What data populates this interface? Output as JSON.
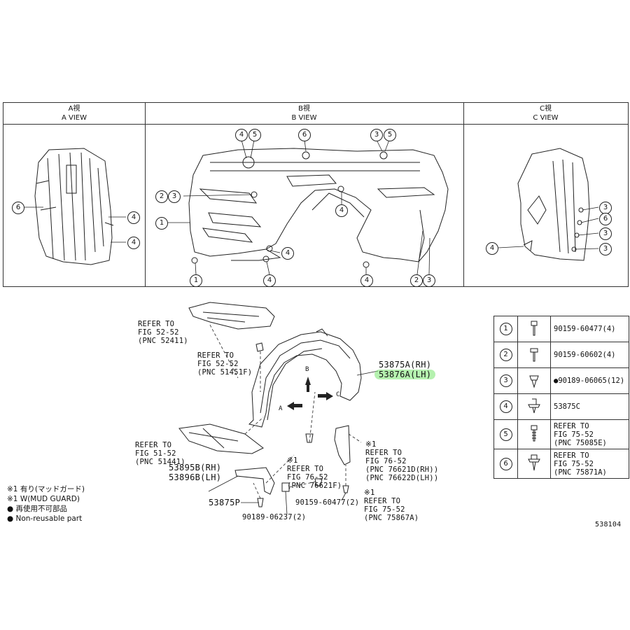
{
  "views": [
    {
      "jp": "A視",
      "en": "A VIEW"
    },
    {
      "jp": "B視",
      "en": "B VIEW"
    },
    {
      "jp": "C視",
      "en": "C VIEW"
    }
  ],
  "callouts": {
    "a_view": [
      "6",
      "4",
      "4"
    ],
    "b_view": [
      "4",
      "5",
      "6",
      "3",
      "5",
      "2",
      "3",
      "1",
      "4",
      "4",
      "1",
      "4",
      "4",
      "2",
      "3"
    ],
    "c_view": [
      "3",
      "6",
      "3",
      "3",
      "4"
    ]
  },
  "arrows": {
    "a": "A",
    "b": "B",
    "c": "C"
  },
  "refs": {
    "r1": {
      "l1": "REFER TO",
      "l2": "FIG 52-52",
      "l3": "(PNC 52411)"
    },
    "r2": {
      "l1": "REFER TO",
      "l2": "FIG 52-52",
      "l3": "(PNC 51451F)"
    },
    "r3": {
      "l1": "REFER TO",
      "l2": "FIG 51-52",
      "l3": "(PNC 51441)"
    },
    "r4": {
      "l0": "※1",
      "l1": "REFER TO",
      "l2": "FIG 76-52",
      "l3": "(PNC 76621F)"
    },
    "r5": {
      "l0": "※1",
      "l1": "REFER TO",
      "l2": "FIG 76-52",
      "l3": "(PNC 76621D(RH))",
      "l4": "(PNC 76622D(LH))"
    },
    "r6": {
      "l0": "※1",
      "l1": "REFER TO",
      "l2": "FIG 75-52",
      "l3": "(PNC 75867A)"
    }
  },
  "parts": {
    "main_rh": "53875A(RH)",
    "main_lh": "53876A(LH)",
    "strip_rh": "53895B(RH)",
    "strip_lh": "53896B(LH)",
    "clip_p": "53875P",
    "screw1": "90159-60477(2)",
    "screw2": "90189-06237(2)"
  },
  "legend": [
    {
      "num": "1",
      "part": "90159-60477(4)"
    },
    {
      "num": "2",
      "part": "90159-60602(4)"
    },
    {
      "num": "3",
      "part": "●90189-06065(12)"
    },
    {
      "num": "4",
      "part": "53875C"
    },
    {
      "num": "5",
      "part": "REFER TO\nFIG 75-52\n(PNC 75085E)"
    },
    {
      "num": "6",
      "part": "REFER TO\nFIG 75-52\n(PNC 75871A)"
    }
  ],
  "notes": [
    "※1 有り(マッドガード)",
    "※1 W(MUD GUARD)",
    "● 再使用不可部品",
    "● Non-reusable part"
  ],
  "figure_number": "538104",
  "colors": {
    "line": "#222222",
    "highlight": "#8be07a"
  }
}
